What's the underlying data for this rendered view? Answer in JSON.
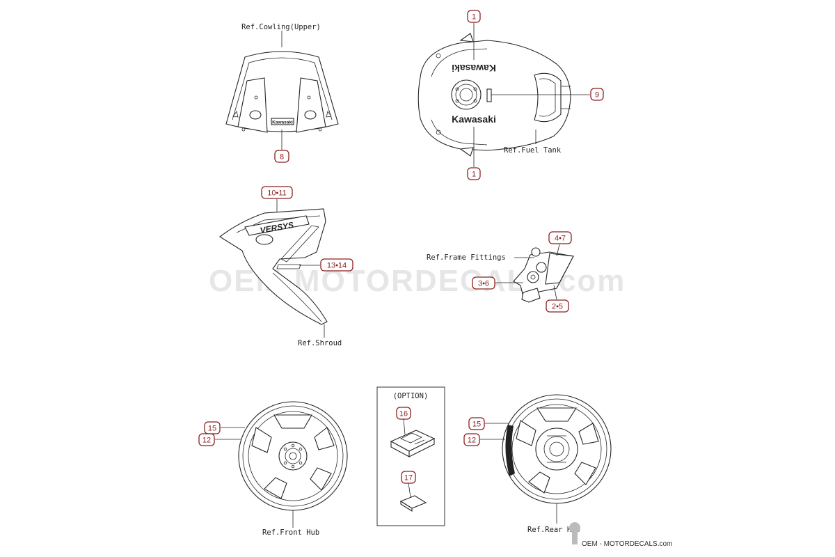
{
  "refs": {
    "cowling_upper": "Ref.Cowling(Upper)",
    "fuel_tank": "Ref.Fuel Tank",
    "shroud": "Ref.Shroud",
    "frame_fittings": "Ref.Frame Fittings",
    "front_hub": "Ref.Front Hub",
    "rear_hub": "Ref.Rear Hub"
  },
  "callouts": {
    "tank_top": "1",
    "tank_bottom": "1",
    "tank_cap": "9",
    "cowling": "8",
    "shroud_upper": "10•11",
    "shroud_lower": "13•14",
    "frame_top": "4•7",
    "frame_left": "3•6",
    "frame_bottom": "2•5",
    "front_wheel_outer": "15",
    "front_wheel_inner": "12",
    "option_top": "16",
    "option_bottom": "17",
    "rear_wheel_outer": "15",
    "rear_wheel_inner": "12"
  },
  "option_label": "(OPTION)",
  "decals": {
    "tank_logo": "Kawasaki",
    "cowling_logo": "Kawasaki",
    "shroud_logo": "VERSYS"
  },
  "watermark": {
    "text": "OEM-MOTORDECALS.com",
    "footer": "OEM - MOTORDECALS.com"
  }
}
